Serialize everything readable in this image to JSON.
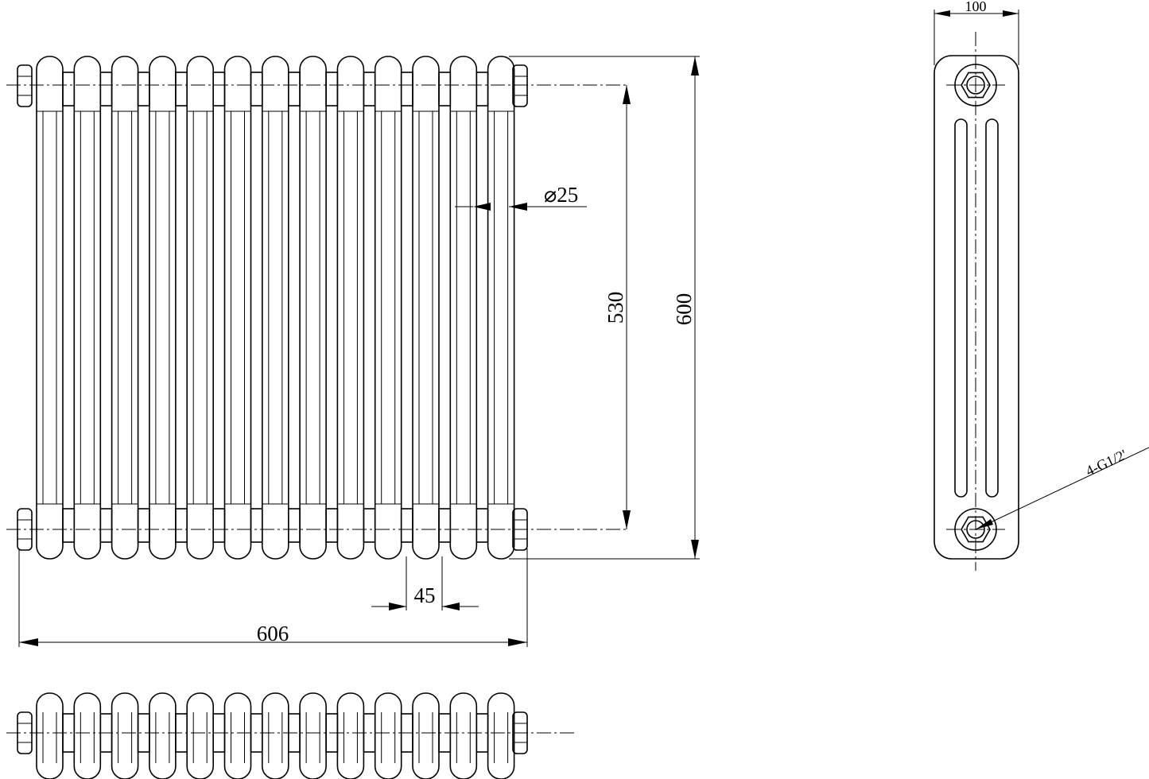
{
  "dimensions": {
    "overall_height": "600",
    "pipe_centres": "530",
    "tube_diameter": "⌀25",
    "column_pitch": "45",
    "overall_width": "606",
    "depth": "100",
    "connections": "4-G1/2'"
  },
  "radiator": {
    "section_count": 13
  }
}
